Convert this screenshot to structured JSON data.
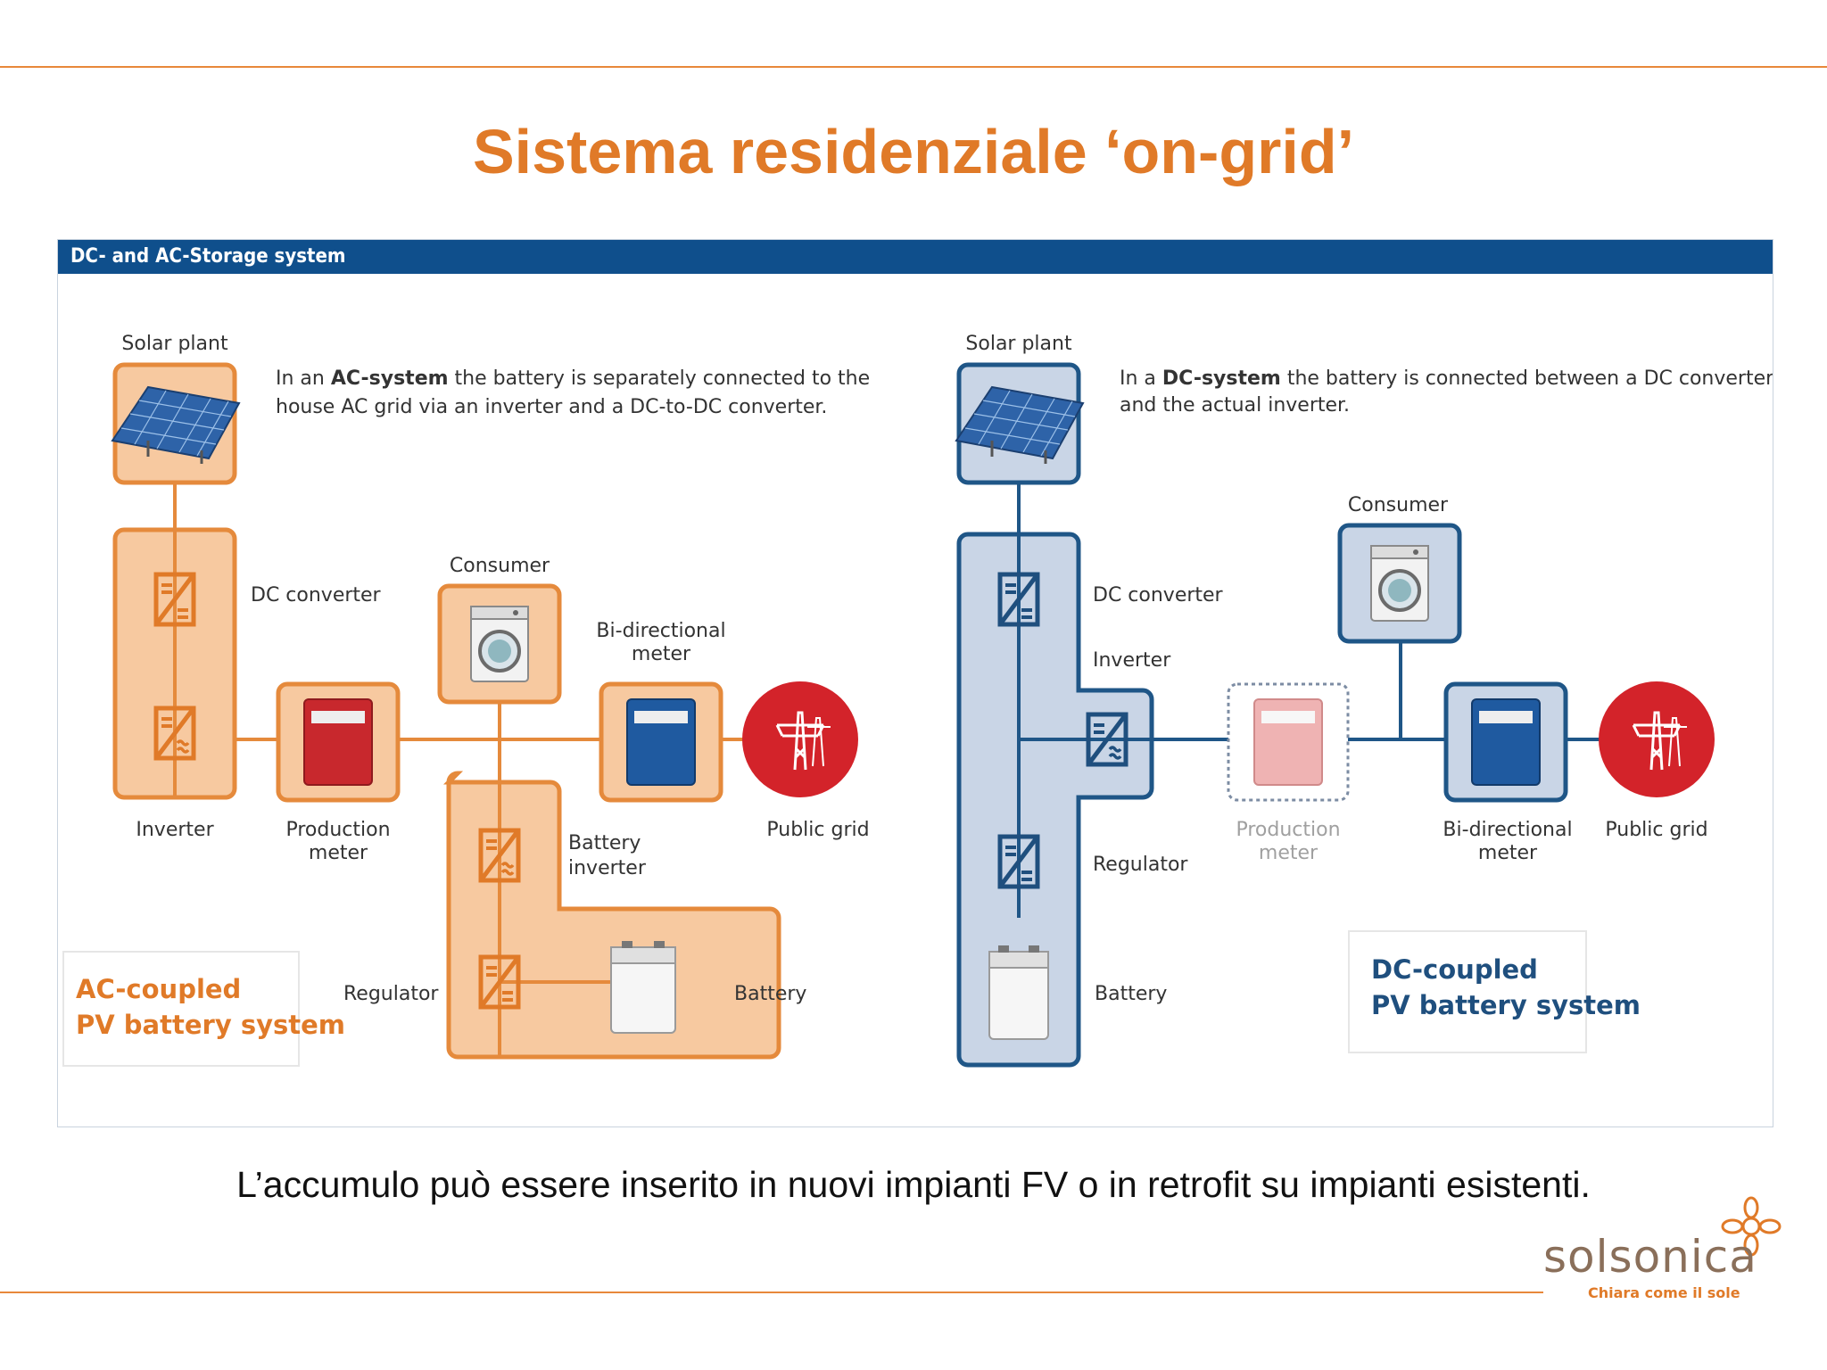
{
  "slide": {
    "title": "Sistema residenziale ‘on-grid’",
    "caption": "L’accumulo può essere inserito in nuovi impianti FV o in retrofit su impianti esistenti."
  },
  "figure": {
    "header": "DC- and AC-Storage system",
    "ac": {
      "solar_plant": "Solar plant",
      "note_pre": "In an ",
      "note_bold": "AC-system",
      "note_post_line1": " the battery is separately connected to the",
      "note_line2": "house AC grid via an inverter and a DC-to-DC converter.",
      "dc_converter": "DC converter",
      "inverter": "Inverter",
      "production_meter_1": "Production",
      "production_meter_2": "meter",
      "consumer": "Consumer",
      "bidirectional_meter_1": "Bi-directional",
      "bidirectional_meter_2": "meter",
      "public_grid": "Public grid",
      "battery_inverter_1": "Battery",
      "battery_inverter_2": "inverter",
      "regulator": "Regulator",
      "battery": "Battery",
      "system_label_1": "AC-coupled",
      "system_label_2": "PV battery system"
    },
    "dc": {
      "solar_plant": "Solar plant",
      "note_pre": "In a ",
      "note_bold": "DC-system",
      "note_post_line1": " the battery is connected between a DC converter",
      "note_line2": "and the actual inverter.",
      "dc_converter": "DC converter",
      "inverter": "Inverter",
      "regulator": "Regulator",
      "battery": "Battery",
      "production_meter_1": "Production",
      "production_meter_2": "meter",
      "consumer": "Consumer",
      "bidirectional_meter_1": "Bi-directional",
      "bidirectional_meter_2": "meter",
      "public_grid": "Public grid",
      "system_label_1": "DC-coupled",
      "system_label_2": "PV battery system"
    }
  },
  "logo": {
    "wordmark": "solsonica",
    "tagline": "Chiara come il sole"
  },
  "colors": {
    "accent_orange": "#e07a28",
    "ac_fill": "#f7c9a0",
    "ac_stroke": "#e58a3c",
    "dc_fill": "#c9d5e6",
    "dc_stroke": "#1f5687",
    "header_blue": "#0f4f8c",
    "grid_red": "#d3232a"
  }
}
